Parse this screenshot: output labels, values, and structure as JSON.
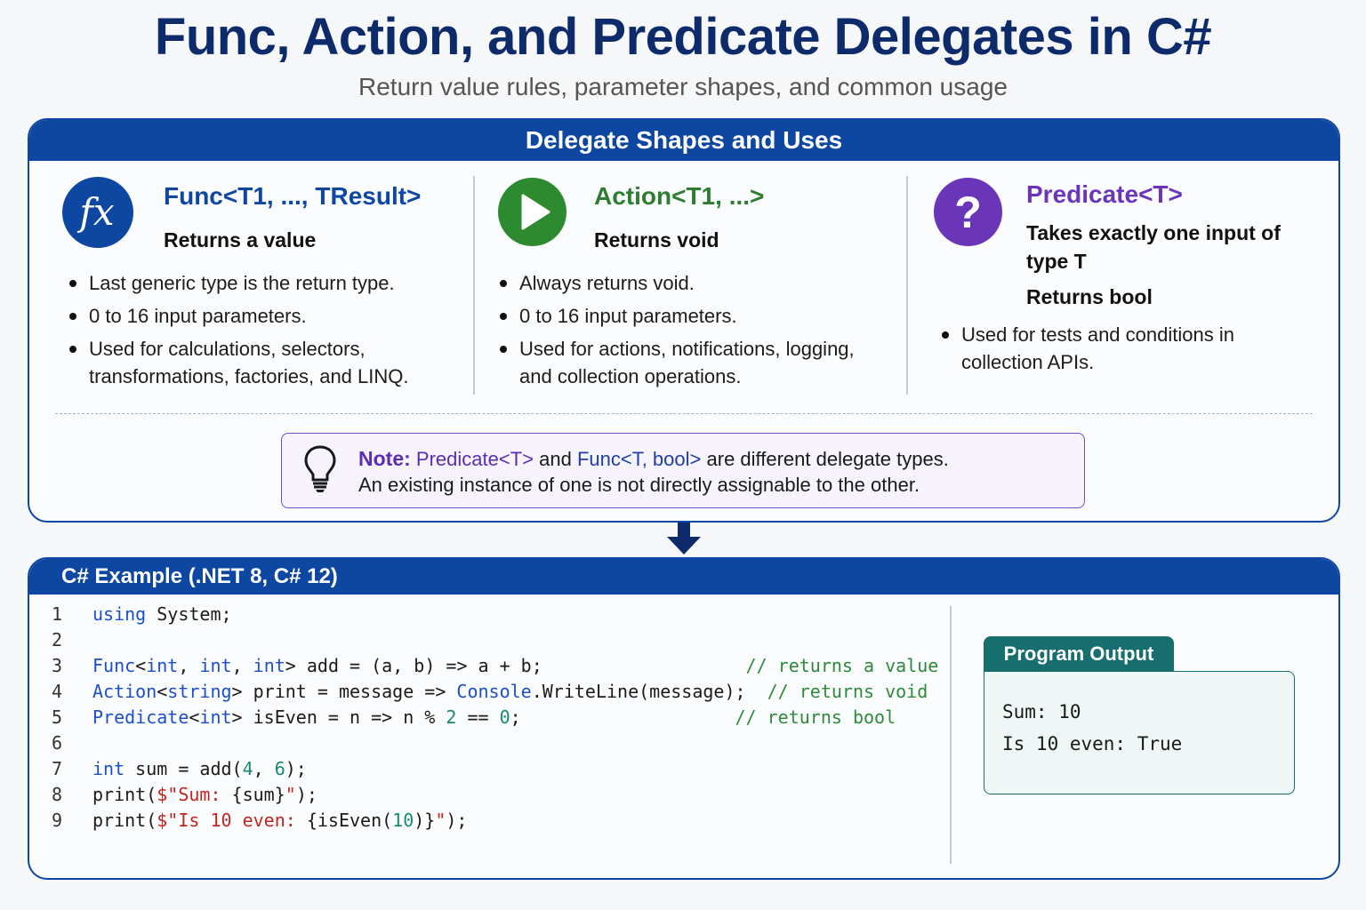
{
  "header": {
    "title": "Func, Action, and Predicate Delegates in C#",
    "subtitle": "Return value rules, parameter shapes, and common usage"
  },
  "shapes_panel": {
    "title": "Delegate Shapes and Uses",
    "columns": [
      {
        "icon": "fx-icon",
        "color": "#0d47a1",
        "title": "Func<T1, ..., TResult>",
        "subtitle": "Returns a value",
        "bullets": [
          "Last generic type is the return type.",
          "0 to 16 input parameters.",
          "Used for calculations, selectors, transformations, factories, and LINQ."
        ]
      },
      {
        "icon": "play-icon",
        "color": "#2e8a2e",
        "title": "Action<T1, ...>",
        "subtitle": "Returns void",
        "bullets": [
          "Always returns void.",
          "0 to 16 input parameters.",
          "Used for actions, notifications, logging, and collection operations."
        ]
      },
      {
        "icon": "question-mark-icon",
        "color": "#6a35b8",
        "title": "Predicate<T>",
        "subtitle": "Takes exactly one input of type T",
        "subtitle2": "Returns bool",
        "bullets": [
          "Used for tests and conditions in collection APIs."
        ]
      }
    ],
    "note": {
      "label": "Note:",
      "type1": "Predicate<T>",
      "and": "and",
      "type2": "Func<T, bool>",
      "rest": "are different delegate types.",
      "line2": "An existing instance of one is not directly assignable to the other."
    }
  },
  "example_panel": {
    "title": "C# Example (.NET 8, C# 12)",
    "line_numbers": [
      "1",
      "2",
      "3",
      "4",
      "5",
      "6",
      "7",
      "8",
      "9"
    ],
    "comments": [
      "// returns a value",
      "// returns void",
      "// returns bool"
    ],
    "output": {
      "title": "Program Output",
      "lines": [
        "Sum: 10",
        "Is 10 even: True"
      ]
    }
  }
}
